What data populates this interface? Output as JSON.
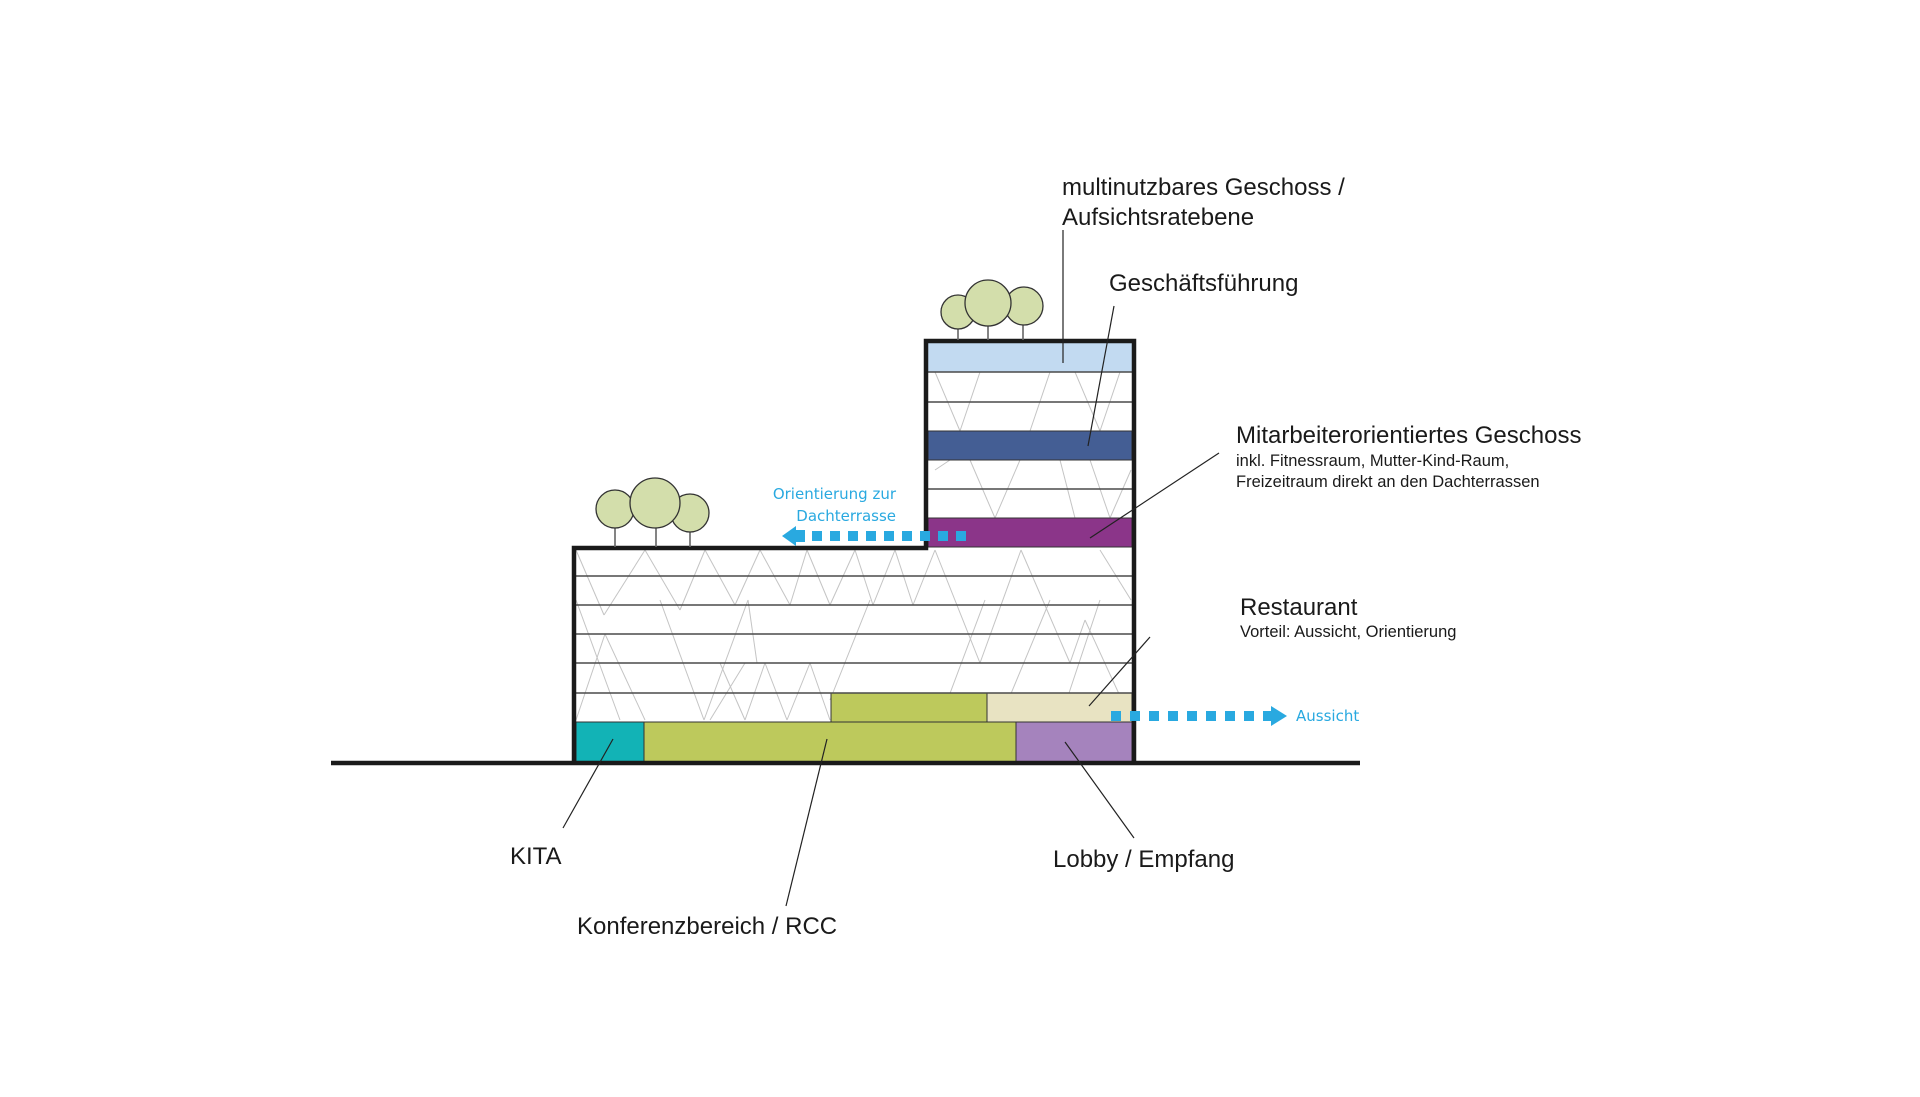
{
  "diagram": {
    "title": "Gebäudeschnitt Nutzungsverteilung",
    "labels": {
      "multinutz_line1": "multinutzbares Geschoss /",
      "multinutz_line2": "Aufsichtsratebene",
      "geschaeftsfuehrung": "Geschäftsführung",
      "mitarbeiter_title": "Mitarbeiterorientiertes Geschoss",
      "mitarbeiter_sub1": "inkl. Fitnessraum, Mutter-Kind-Raum,",
      "mitarbeiter_sub2": "Freizeitraum direkt an den Dachterrassen",
      "restaurant_title": "Restaurant",
      "restaurant_sub": "Vorteil: Aussicht, Orientierung",
      "kita": "KITA",
      "konferenz": "Konferenzbereich / RCC",
      "lobby": "Lobby / Empfang",
      "orientierung_line1": "Orientierung  zur",
      "orientierung_line2": "Dachterrasse",
      "aussicht": "Aussicht"
    },
    "zones": [
      {
        "id": "aufsichtsrat",
        "name": "multinutzbares Geschoss / Aufsichtsratebene",
        "color": "#c2daf1"
      },
      {
        "id": "geschaeftsfuehrung",
        "name": "Geschäftsführung",
        "color": "#445e94"
      },
      {
        "id": "mitarbeiter",
        "name": "Mitarbeiterorientiertes Geschoss",
        "color": "#8b3589"
      },
      {
        "id": "restaurant",
        "name": "Restaurant",
        "color": "#e8e3c2"
      },
      {
        "id": "konferenz-upper",
        "name": "Konferenzbereich / RCC (OG)",
        "color": "#bdc95c"
      },
      {
        "id": "kita",
        "name": "KITA",
        "color": "#12b3b6"
      },
      {
        "id": "konferenz",
        "name": "Konferenzbereich / RCC",
        "color": "#bdc95c"
      },
      {
        "id": "lobby",
        "name": "Lobby / Empfang",
        "color": "#a583bd"
      }
    ],
    "colors": {
      "outline": "#1a1a1a",
      "tree": "#d3deab",
      "arrow": "#29a9e0"
    }
  }
}
